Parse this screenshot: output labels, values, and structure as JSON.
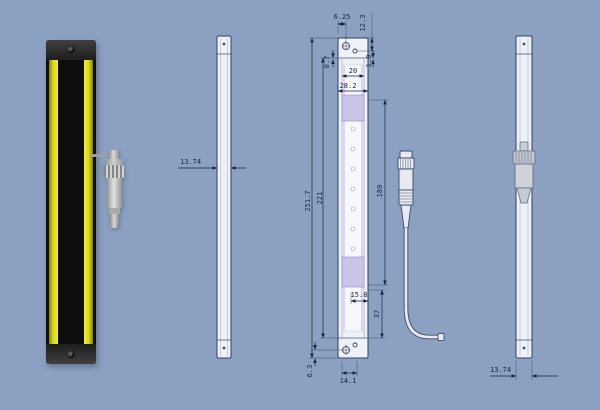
{
  "canvas": {
    "background": "#8ca1c1"
  },
  "views": {
    "product": {
      "name": "light-curtain-product-render",
      "body_color": "#0e0e0e",
      "stripe_color": "#e8e42c",
      "connector_color": "#c9c9c9"
    },
    "side_left": {
      "dim_width": "13.74"
    },
    "front": {
      "dims": {
        "total_length": "251.7",
        "profile_length": "221",
        "sensing_length": "180",
        "hole_offset_top": "6.25",
        "hole_offset_side": "12.3",
        "wall_left": "0.7",
        "wall_right": "1.0",
        "window_width": "20",
        "body_width": "28.2",
        "bottom_inset": "15.8",
        "bottom_section": "37",
        "bottom_hole_offset": "6.3",
        "bottom_hole_span": "14.1"
      }
    },
    "side_right": {
      "dim_width": "13.74"
    }
  }
}
